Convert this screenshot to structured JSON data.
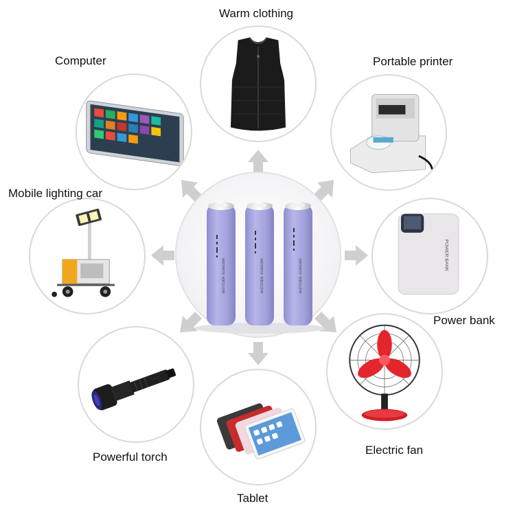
{
  "center": {
    "subject": "battery-cells"
  },
  "items": [
    {
      "id": "warm-clothing",
      "label": "Warm clothing",
      "icon": "vest-icon"
    },
    {
      "id": "portable-printer",
      "label": "Portable printer",
      "icon": "printer-icon"
    },
    {
      "id": "power-bank",
      "label": "Power bank",
      "icon": "power-bank-icon"
    },
    {
      "id": "electric-fan",
      "label": "Electric fan",
      "icon": "fan-icon"
    },
    {
      "id": "tablet",
      "label": "Tablet",
      "icon": "tablet-icon"
    },
    {
      "id": "powerful-torch",
      "label": "Powerful torch",
      "icon": "torch-icon"
    },
    {
      "id": "mobile-lighting-car",
      "label": "Mobile lighting car",
      "icon": "lighting-tower-icon"
    },
    {
      "id": "computer",
      "label": "Computer",
      "icon": "computer-icon"
    }
  ],
  "battery_text": {
    "print": "BAIYISEN 01002394 18650"
  },
  "colors": {
    "battery": "#a3a3dd",
    "arrow": "#cfcfcf",
    "ring": "#d9d9d9"
  }
}
